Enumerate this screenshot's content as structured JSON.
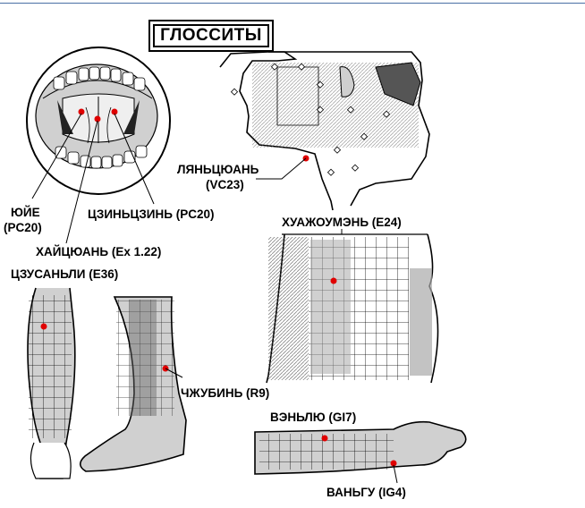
{
  "title": "ГЛОССИТЫ",
  "labels": {
    "yuye": "ЮЙЕ",
    "yuye_code": "(PC20)",
    "jinjin": "ЦЗИНЬЦЗИНЬ (PC20)",
    "haiquan": "ХАЙЦЮАНЬ (Ex 1.22)",
    "zusanli": "ЦЗУСАНЬЛИ (E36)",
    "lianquan": "ЛЯНЬЦЮАНЬ",
    "lianquan_code": "(VC23)",
    "huarou": "ХУАЖОУМЭНЬ (E24)",
    "zhubin": "ЧЖУБИНЬ (R9)",
    "wenliu": "ВЭНЬЛЮ (GI7)",
    "wangu": "ВАНЬГУ (IG4)"
  },
  "colors": {
    "point": "#e00000",
    "skin_shade": "#9a9a9a",
    "outline": "#000000",
    "line": "#4a6fa5"
  }
}
